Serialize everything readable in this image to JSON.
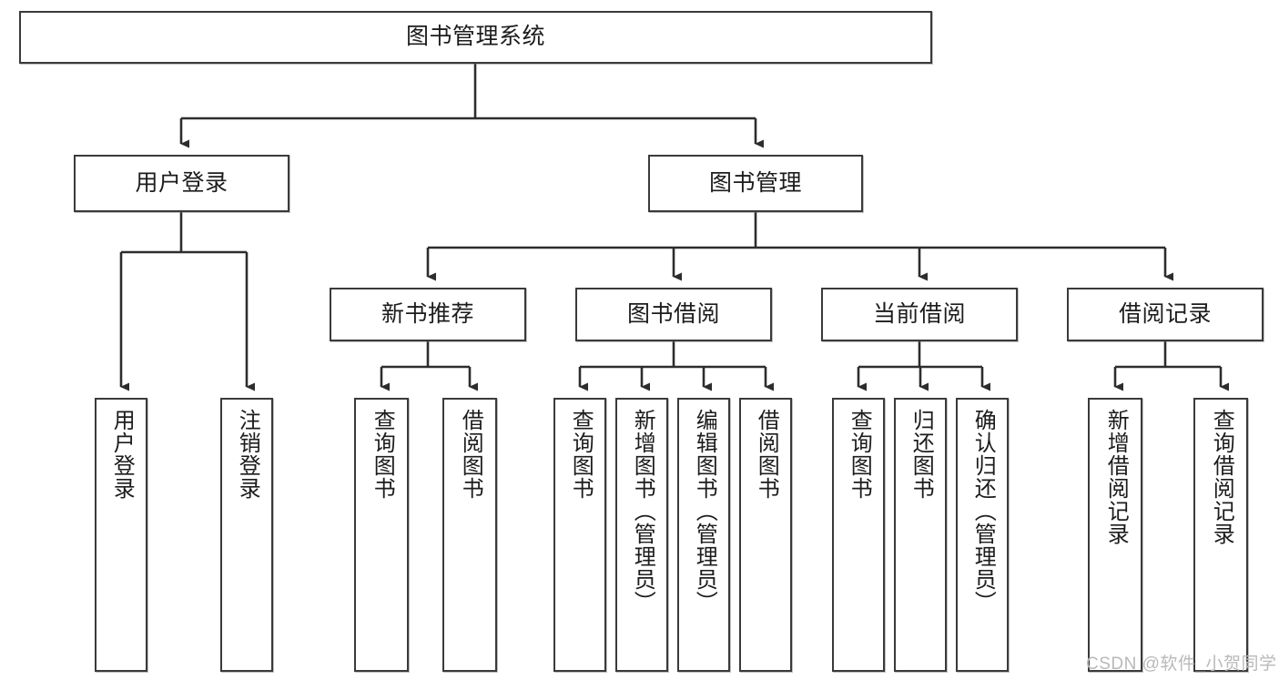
{
  "diagram": {
    "type": "tree-hierarchy-chart",
    "title": "图书管理系统",
    "root": {
      "label": "图书管理系统"
    },
    "level2": [
      {
        "id": "user-login",
        "label": "用户登录"
      },
      {
        "id": "book-manage",
        "label": "图书管理"
      }
    ],
    "level3": [
      {
        "id": "new-book-recommend",
        "label": "新书推荐",
        "parent": "book-manage"
      },
      {
        "id": "book-borrow",
        "label": "图书借阅",
        "parent": "book-manage"
      },
      {
        "id": "current-borrow",
        "label": "当前借阅",
        "parent": "book-manage"
      },
      {
        "id": "borrow-record",
        "label": "借阅记录",
        "parent": "book-manage"
      }
    ],
    "leaves": {
      "user-login": [
        {
          "id": "leaf-user-login",
          "label": "用户登录"
        },
        {
          "id": "leaf-logout-login",
          "label": "注销登录"
        }
      ],
      "new-book-recommend": [
        {
          "id": "leaf-query-book-1",
          "label": "查询图书"
        },
        {
          "id": "leaf-borrow-book-1",
          "label": "借阅图书"
        }
      ],
      "book-borrow": [
        {
          "id": "leaf-query-book-2",
          "label": "查询图书"
        },
        {
          "id": "leaf-add-book",
          "label": "新增图书（管理员）"
        },
        {
          "id": "leaf-edit-book",
          "label": "编辑图书（管理员）"
        },
        {
          "id": "leaf-borrow-book-2",
          "label": "借阅图书"
        }
      ],
      "current-borrow": [
        {
          "id": "leaf-query-book-3",
          "label": "查询图书"
        },
        {
          "id": "leaf-return-book",
          "label": "归还图书"
        },
        {
          "id": "leaf-confirm-return",
          "label": "确认归还（管理员）"
        }
      ],
      "borrow-record": [
        {
          "id": "leaf-add-record",
          "label": "新增借阅记录"
        },
        {
          "id": "leaf-query-record",
          "label": "查询借阅记录"
        }
      ]
    },
    "colors": {
      "stroke": "#3a3a3a",
      "background": "#ffffff",
      "text": "#1c1c1c",
      "watermark": "#b9b9b9"
    }
  },
  "watermark": {
    "text": "CSDN @软件_小贺同学"
  }
}
